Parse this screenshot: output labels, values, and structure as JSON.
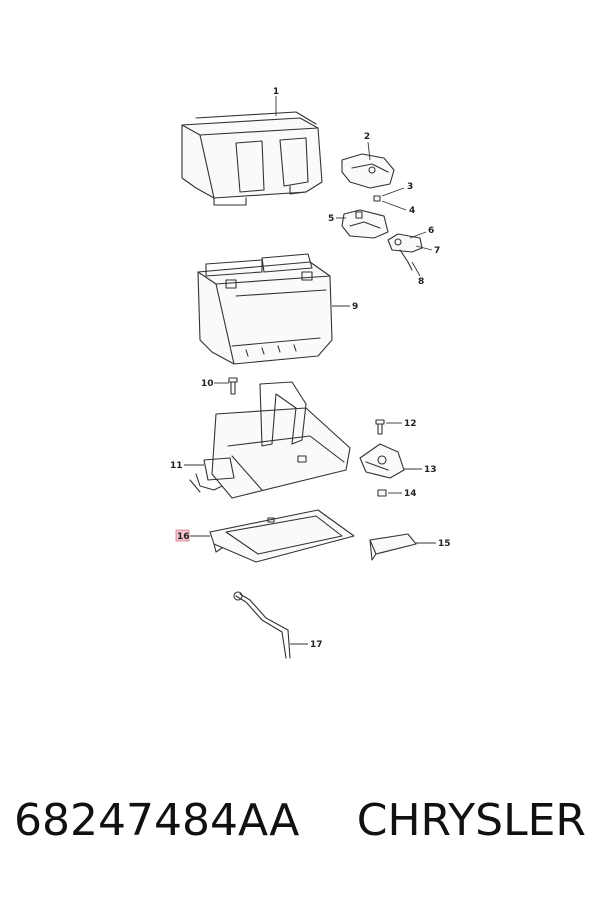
{
  "callouts": {
    "c1": "1",
    "c2": "2",
    "c3": "3",
    "c4": "4",
    "c5": "5",
    "c6": "6",
    "c7": "7",
    "c8": "8",
    "c9": "9",
    "c10": "10",
    "c11": "11",
    "c12": "12",
    "c13": "13",
    "c14": "14",
    "c15": "15",
    "c16": "16",
    "c17": "17"
  },
  "highlighted_callout": "16",
  "footer": {
    "part_number": "68247484AA",
    "brand": "CHRYSLER"
  },
  "colors": {
    "line": "#333333",
    "highlight": "#f2c4cc",
    "text": "#111111"
  }
}
